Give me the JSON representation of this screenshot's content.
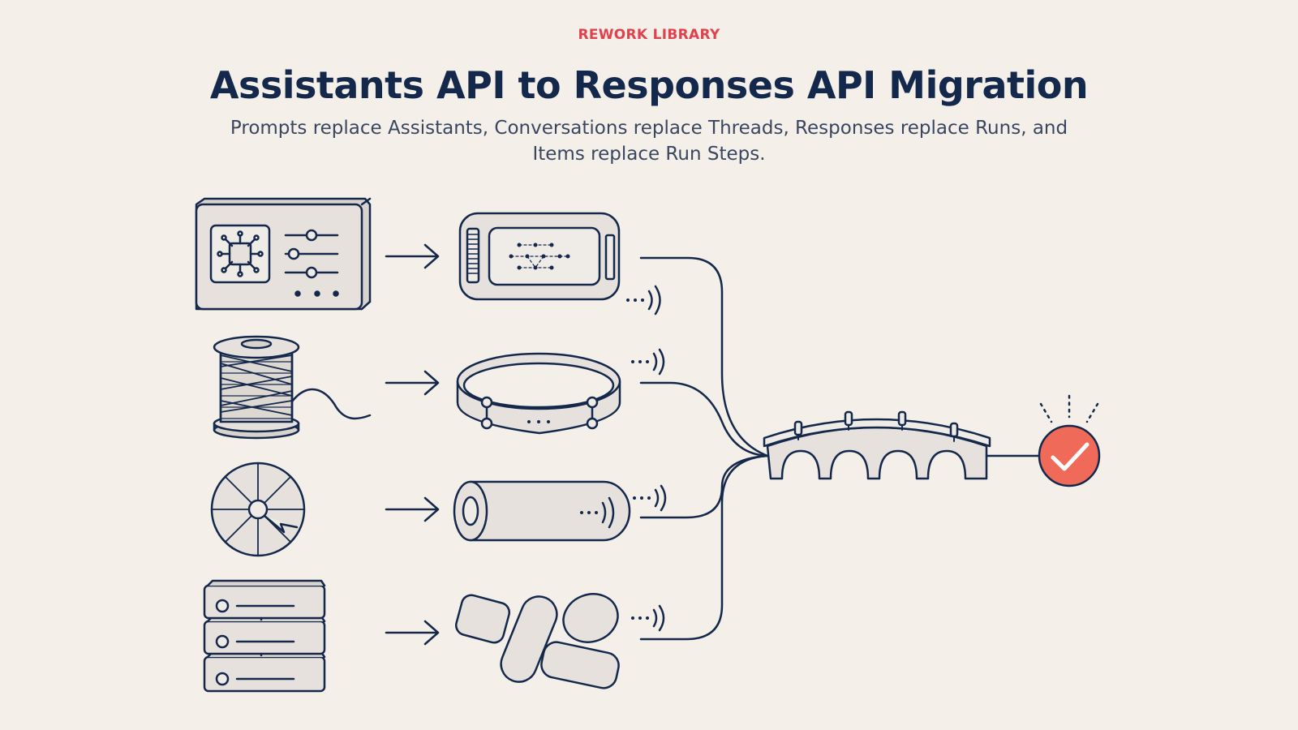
{
  "header": {
    "eyebrow": "REWORK LIBRARY",
    "title": "Assistants API to Responses API Migration",
    "subtitle": "Prompts replace Assistants, Conversations replace Threads, Responses replace Runs, and Items replace Run Steps."
  },
  "diagram": {
    "rows": [
      {
        "old_icon": "assistant-control-panel-icon",
        "new_icon": "prompt-module-icon"
      },
      {
        "old_icon": "thread-spool-icon",
        "new_icon": "conversation-ring-icon"
      },
      {
        "old_icon": "run-wheel-icon",
        "new_icon": "response-cylinder-icon"
      },
      {
        "old_icon": "run-steps-stack-icon",
        "new_icon": "items-pills-icon"
      }
    ],
    "bridge_icon": "migration-bridge-icon",
    "result_icon": "success-check-icon",
    "colors": {
      "ink": "#14284b",
      "fill": "#e6e1dc",
      "background": "#f4f0e9",
      "accent": "#f06a5a",
      "eyebrow": "#e0414d"
    }
  }
}
